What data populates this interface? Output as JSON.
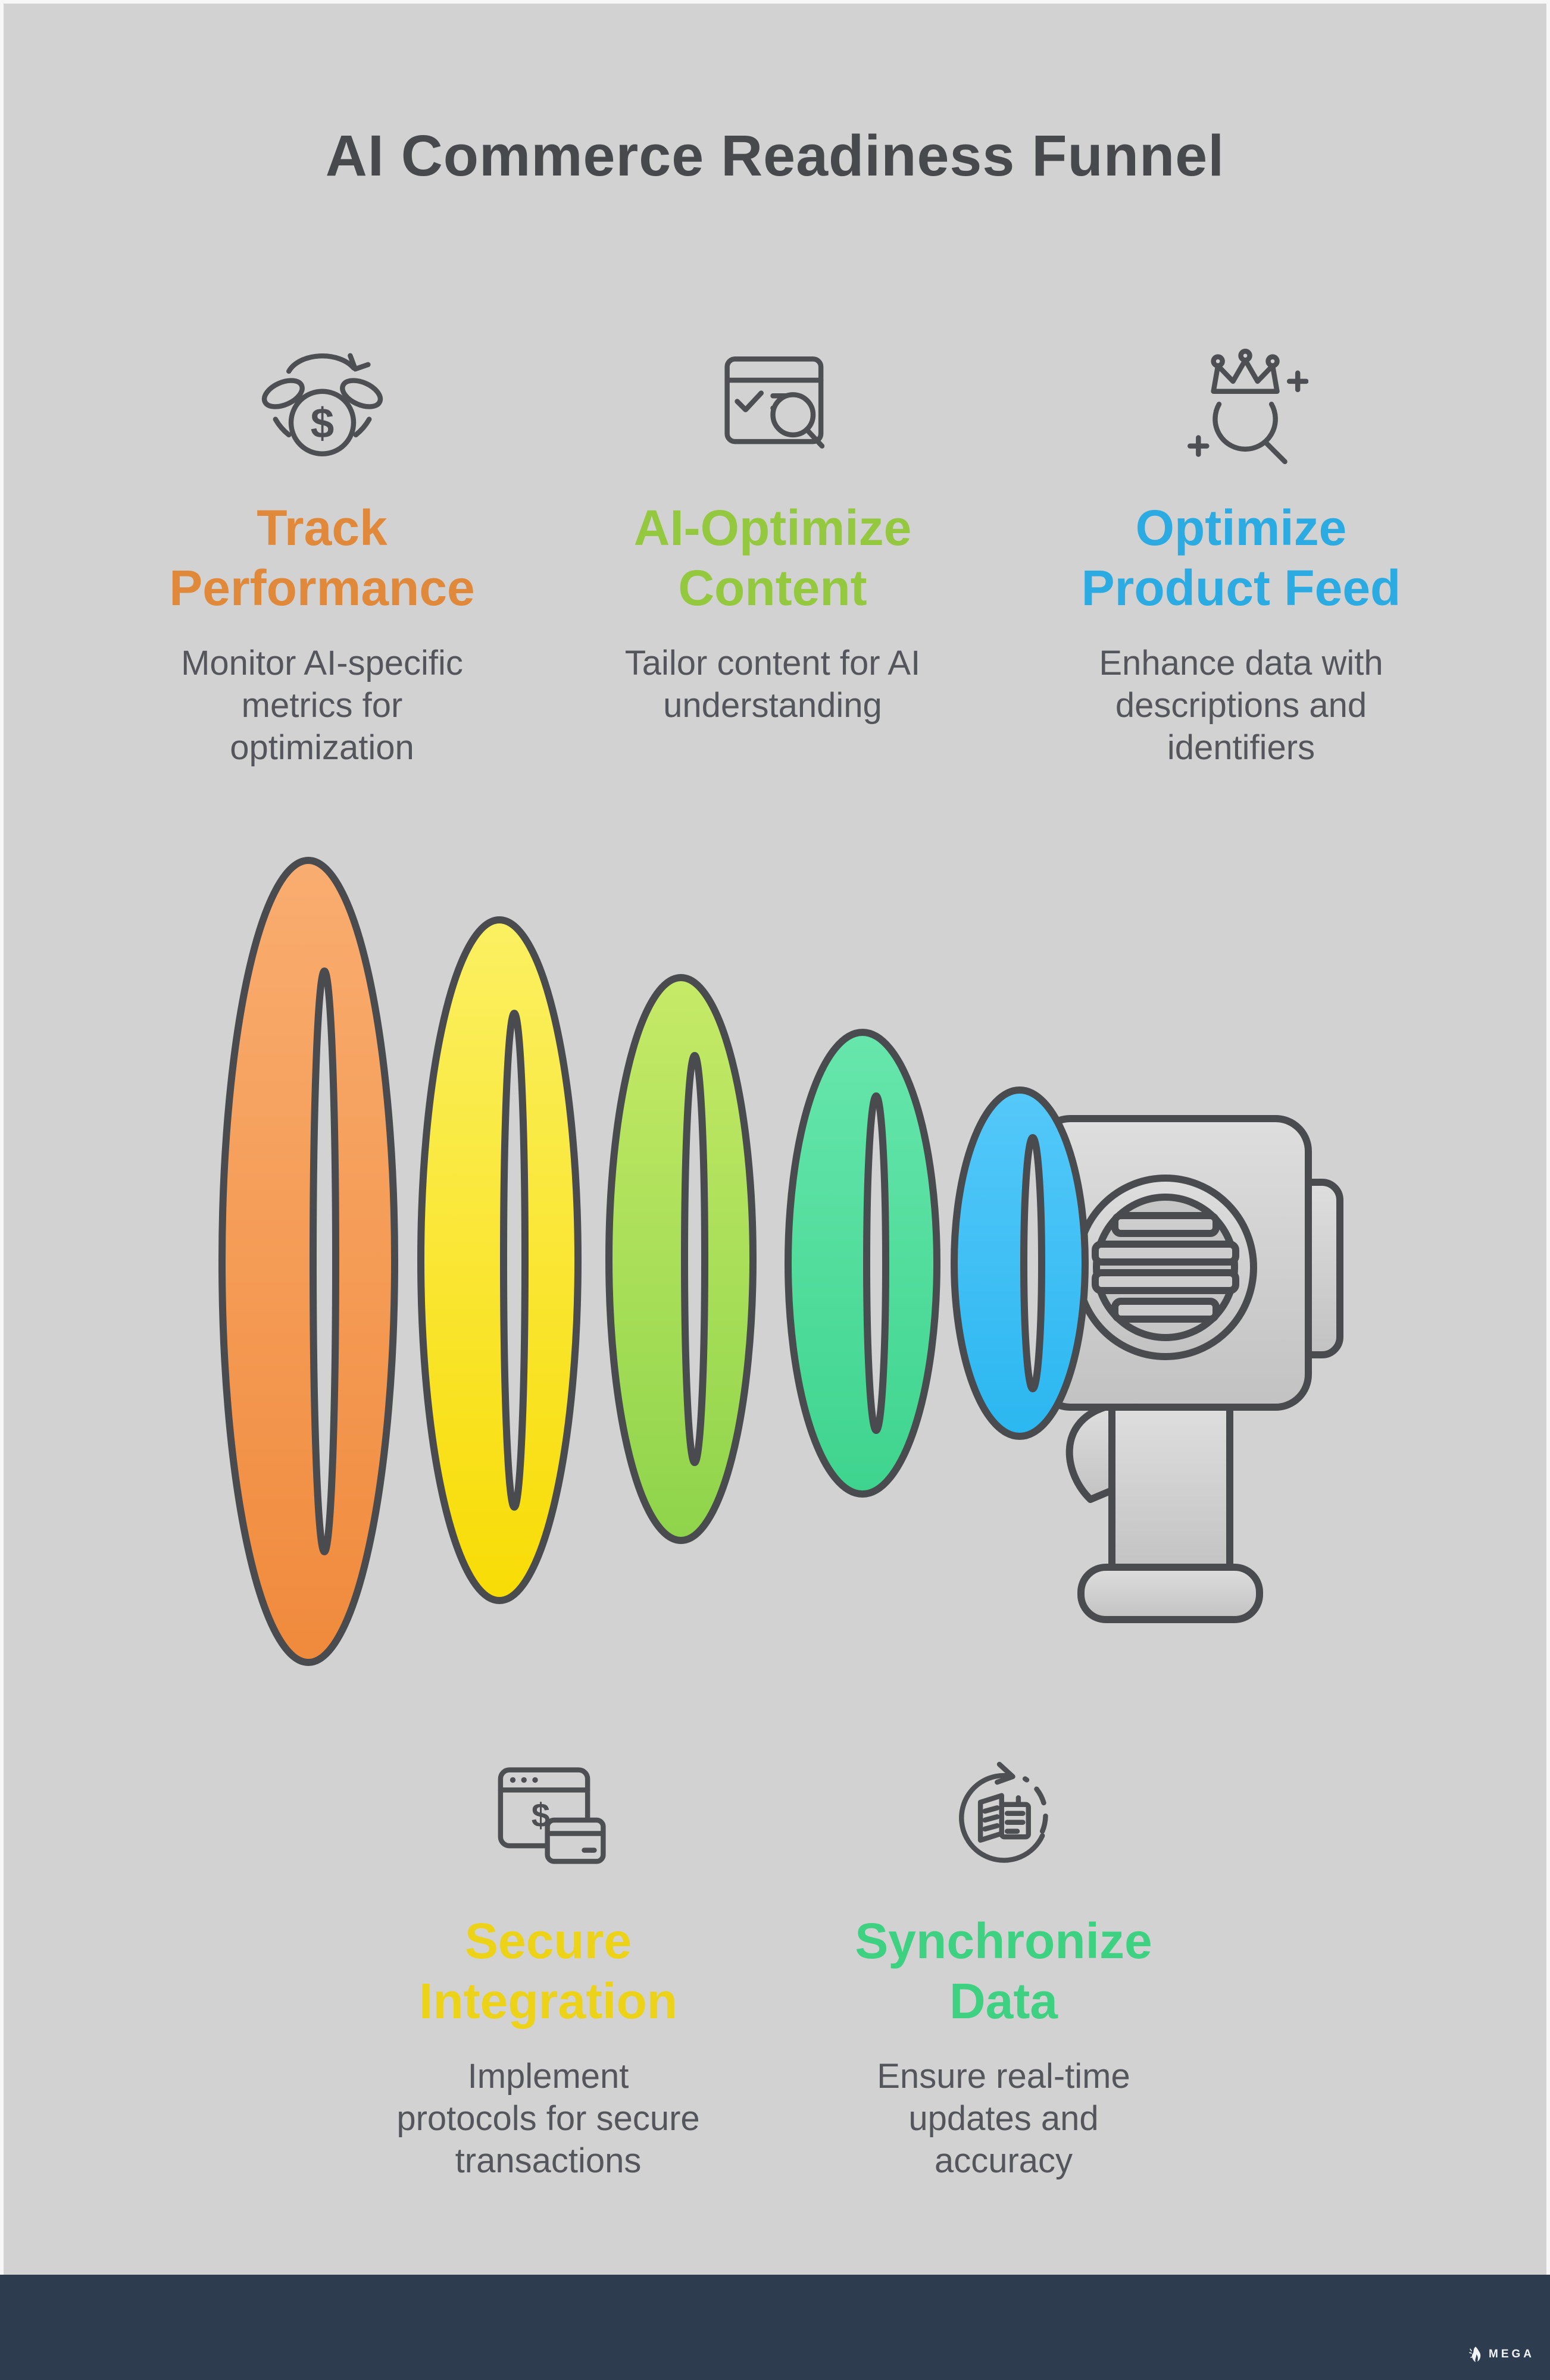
{
  "title": {
    "text": "AI Commerce Readiness Funnel",
    "color": "#48494D"
  },
  "background": {
    "canvas": "#D2D2D2",
    "frame": "#F7F7F7",
    "icon_stroke": "#4E4F53",
    "body_text": "#54565B"
  },
  "steps": [
    {
      "heading": "Track\nPerformance",
      "description": "Monitor AI-specific\nmetrics for\noptimization",
      "accent": "#E1893B",
      "icon": "money-cycle-icon"
    },
    {
      "heading": "AI-Optimize\nContent",
      "description": "Tailor content for AI\nunderstanding",
      "accent": "#94C83E",
      "icon": "browser-search-icon"
    },
    {
      "heading": "Optimize\nProduct Feed",
      "description": "Enhance data with\ndescriptions and\nidentifiers",
      "accent": "#2BABE2",
      "icon": "crown-magnifier-icon"
    },
    {
      "heading": "Secure\nIntegration",
      "description": "Implement\nprotocols for secure\ntransactions",
      "accent": "#EDD318",
      "icon": "browser-card-icon"
    },
    {
      "heading": "Synchronize\nData",
      "description": "Ensure real-time\nupdates and\naccuracy",
      "accent": "#3ED181",
      "icon": "sync-doc-icon"
    }
  ],
  "funnel": {
    "stroke": "#4A4B4F",
    "rings": [
      {
        "name": "orange",
        "top": "#F9AD70",
        "bottom": "#F08A3C"
      },
      {
        "name": "yellow",
        "top": "#FBF062",
        "bottom": "#F8DC05"
      },
      {
        "name": "green",
        "top": "#C6EA67",
        "bottom": "#8ED44B"
      },
      {
        "name": "emerald",
        "top": "#67E6AC",
        "bottom": "#3ED48E"
      },
      {
        "name": "blue",
        "top": "#55C8F9",
        "bottom": "#2BB7F0"
      }
    ],
    "megaphone": {
      "fill_top": "#DEDEDE",
      "fill_bottom": "#C2C2C2",
      "panel": "#CDCDCD",
      "panel_inner": "#C6C6C6"
    }
  },
  "footer": {
    "background": "#2D3C4E",
    "brand": "MEGA",
    "text_color": "#F2F4F6"
  }
}
